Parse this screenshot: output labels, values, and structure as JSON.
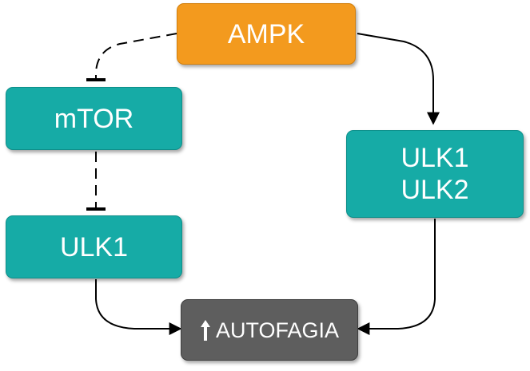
{
  "diagram": {
    "nodes": {
      "ampk": {
        "label": "AMPK",
        "color": "#F39A1E"
      },
      "mtor": {
        "label": "mTOR",
        "color": "#16ABA6"
      },
      "ulk1_left": {
        "label": "ULK1",
        "color": "#16ABA6"
      },
      "ulk_right": {
        "line1": "ULK1",
        "line2": "ULK2",
        "color": "#16ABA6"
      },
      "autofagia": {
        "label": "AUTOFAGIA",
        "color": "#5E5E5E",
        "icon": "up-arrow-icon"
      }
    },
    "edges": [
      {
        "from": "AMPK",
        "to": "mTOR",
        "type": "inhibition",
        "style": "dashed"
      },
      {
        "from": "mTOR",
        "to": "ULK1",
        "type": "inhibition",
        "style": "dashed"
      },
      {
        "from": "AMPK",
        "to": "ULK1 ULK2",
        "type": "activation",
        "style": "solid"
      },
      {
        "from": "ULK1",
        "to": "AUTOFAGIA",
        "type": "activation",
        "style": "solid"
      },
      {
        "from": "ULK1 ULK2",
        "to": "AUTOFAGIA",
        "type": "activation",
        "style": "solid"
      }
    ]
  }
}
